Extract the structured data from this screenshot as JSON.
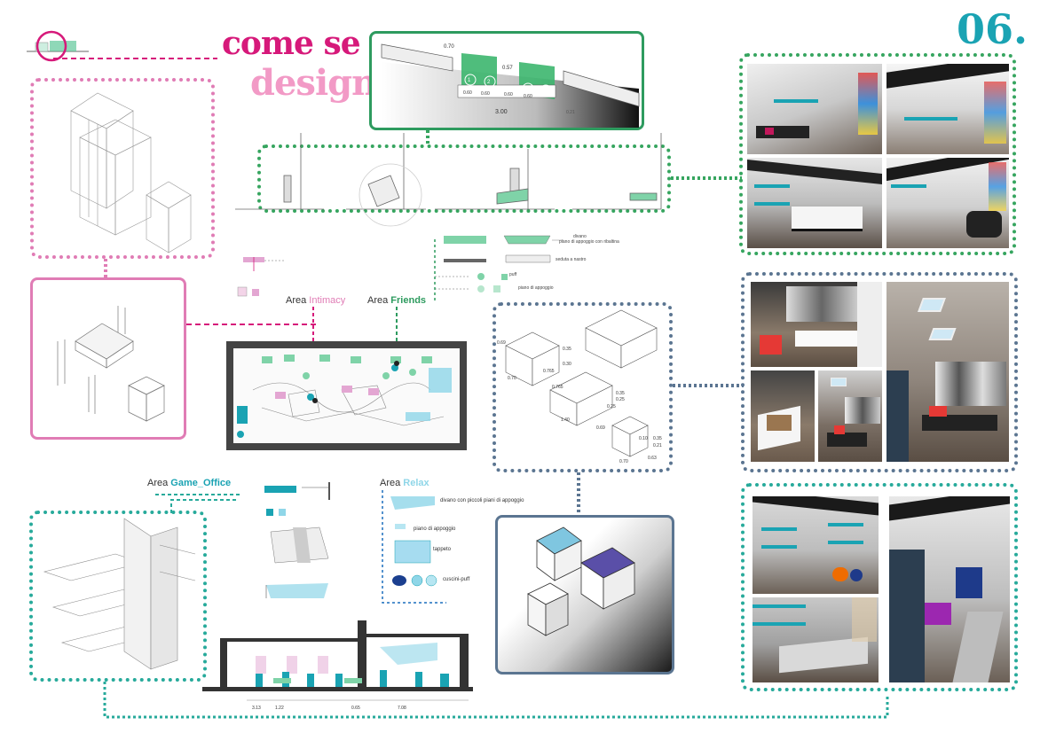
{
  "header": {
    "page_number": "06.",
    "title_line1": "come se",
    "title_line2": "design"
  },
  "colors": {
    "magenta": "#d6197a",
    "pink": "#f29ac6",
    "pink_dotted": "#e07cb5",
    "green": "#2e9b5f",
    "green_dotted": "#36a55f",
    "teal": "#1aa3b3",
    "teal_dotted": "#27aa9b",
    "slate": "#5b7591",
    "cyan_light": "#8fd6e8",
    "purple_light": "#e3a6d2"
  },
  "areas": {
    "intimacy": {
      "prefix": "Area ",
      "name": "Intimacy"
    },
    "friends": {
      "prefix": "Area ",
      "name": "Friends"
    },
    "game_office": {
      "prefix": "Area ",
      "name": "Game_Office"
    },
    "relax": {
      "prefix": "Area ",
      "name": "Relax"
    }
  },
  "friends_legend": {
    "divano": "divano",
    "ribaltina": "piano di appoggio con ribaltina",
    "seduta": "seduta a nastro",
    "puff": "puff",
    "piano": "piano di appoggio"
  },
  "relax_legend": {
    "divano": "divano con piccoli piani di appoggio",
    "piano": "piano di appoggio",
    "tappeto": "tappeto",
    "cuscini": "cuscini-puff"
  },
  "module_detail": {
    "dims": [
      "0.70",
      "0.57",
      "0.60",
      "0.60",
      "0.60",
      "0.60",
      "3.00",
      "0.21"
    ],
    "numbers": [
      "1",
      "2",
      "3",
      "4"
    ]
  },
  "relax_dims": [
    "0.69",
    "0.70",
    "0.35",
    "0.765",
    "0.30",
    "0.765",
    "0.35",
    "0.25",
    "0.25",
    "1.40",
    "0.69",
    "0.10",
    "0.70",
    "0.35",
    "0.21",
    "0.63"
  ],
  "section_dims": [
    "3.13",
    "1.22",
    "0.65",
    "7.08"
  ]
}
